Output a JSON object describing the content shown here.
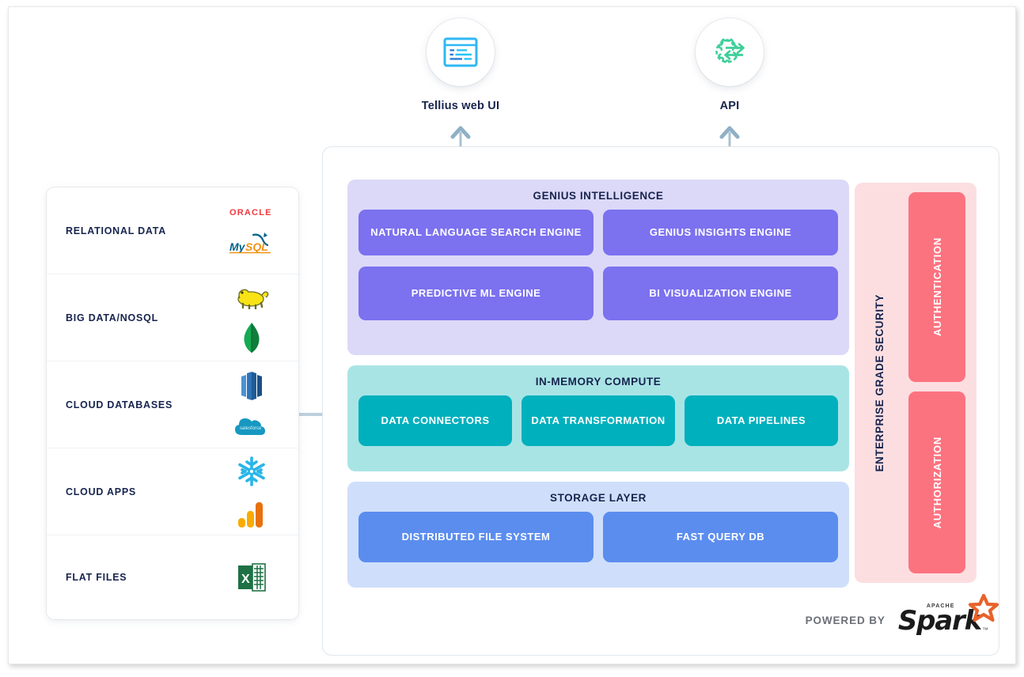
{
  "channels": [
    {
      "label": "Tellius web UI",
      "icon": "browser-window-icon",
      "color": "#29b6f6"
    },
    {
      "label": "API",
      "icon": "gear-exchange-icon",
      "color": "#3ecf9a"
    }
  ],
  "sources": {
    "rows": [
      {
        "name": "RELATIONAL DATA",
        "logos": [
          "oracle-logo",
          "mysql-logo"
        ]
      },
      {
        "name": "BIG DATA/NOSQL",
        "logos": [
          "hadoop-logo",
          "mongodb-logo"
        ]
      },
      {
        "name": "CLOUD DATABASES",
        "logos": [
          "amazon-redshift-logo",
          "salesforce-logo"
        ]
      },
      {
        "name": "CLOUD APPS",
        "logos": [
          "snowflake-logo",
          "google-analytics-logo"
        ]
      },
      {
        "name": "FLAT FILES",
        "logos": [
          "excel-logo"
        ]
      }
    ]
  },
  "layers": [
    {
      "title": "GENIUS INTELLIGENCE",
      "container_color": "#dcd9f8",
      "card_color": "#7c71ef",
      "rows": [
        [
          "NATURAL LANGUAGE SEARCH ENGINE",
          "GENIUS INSIGHTS ENGINE"
        ],
        [
          "PREDICTIVE ML ENGINE",
          "BI VISUALIZATION ENGINE"
        ]
      ]
    },
    {
      "title": "IN-MEMORY COMPUTE",
      "container_color": "#a9e4e5",
      "card_color": "#00b0bd",
      "rows": [
        [
          "DATA CONNECTORS",
          "DATA TRANSFORMATION",
          "DATA PIPELINES"
        ]
      ]
    },
    {
      "title": "STORAGE LAYER",
      "container_color": "#cfdffb",
      "card_color": "#5b8def",
      "rows": [
        [
          "DISTRIBUTED FILE SYSTEM",
          "FAST QUERY DB"
        ]
      ]
    }
  ],
  "security": {
    "label": "ENTERPRISE GRADE SECURITY",
    "container_color": "#fcdee1",
    "card_color": "#fc7380",
    "cards": [
      "AUTHENTICATION",
      "AUTHORIZATION"
    ]
  },
  "footer": {
    "powered_by": "POWERED BY",
    "vendor_small": "APACHE",
    "vendor": "Spark",
    "trademark": "™"
  },
  "connectors": {
    "source_to_platform": "arrow-right-icon",
    "ui_to_platform": "double-arrow-vertical-icon",
    "api_to_platform": "double-arrow-vertical-icon",
    "color": "#9db4c6"
  }
}
